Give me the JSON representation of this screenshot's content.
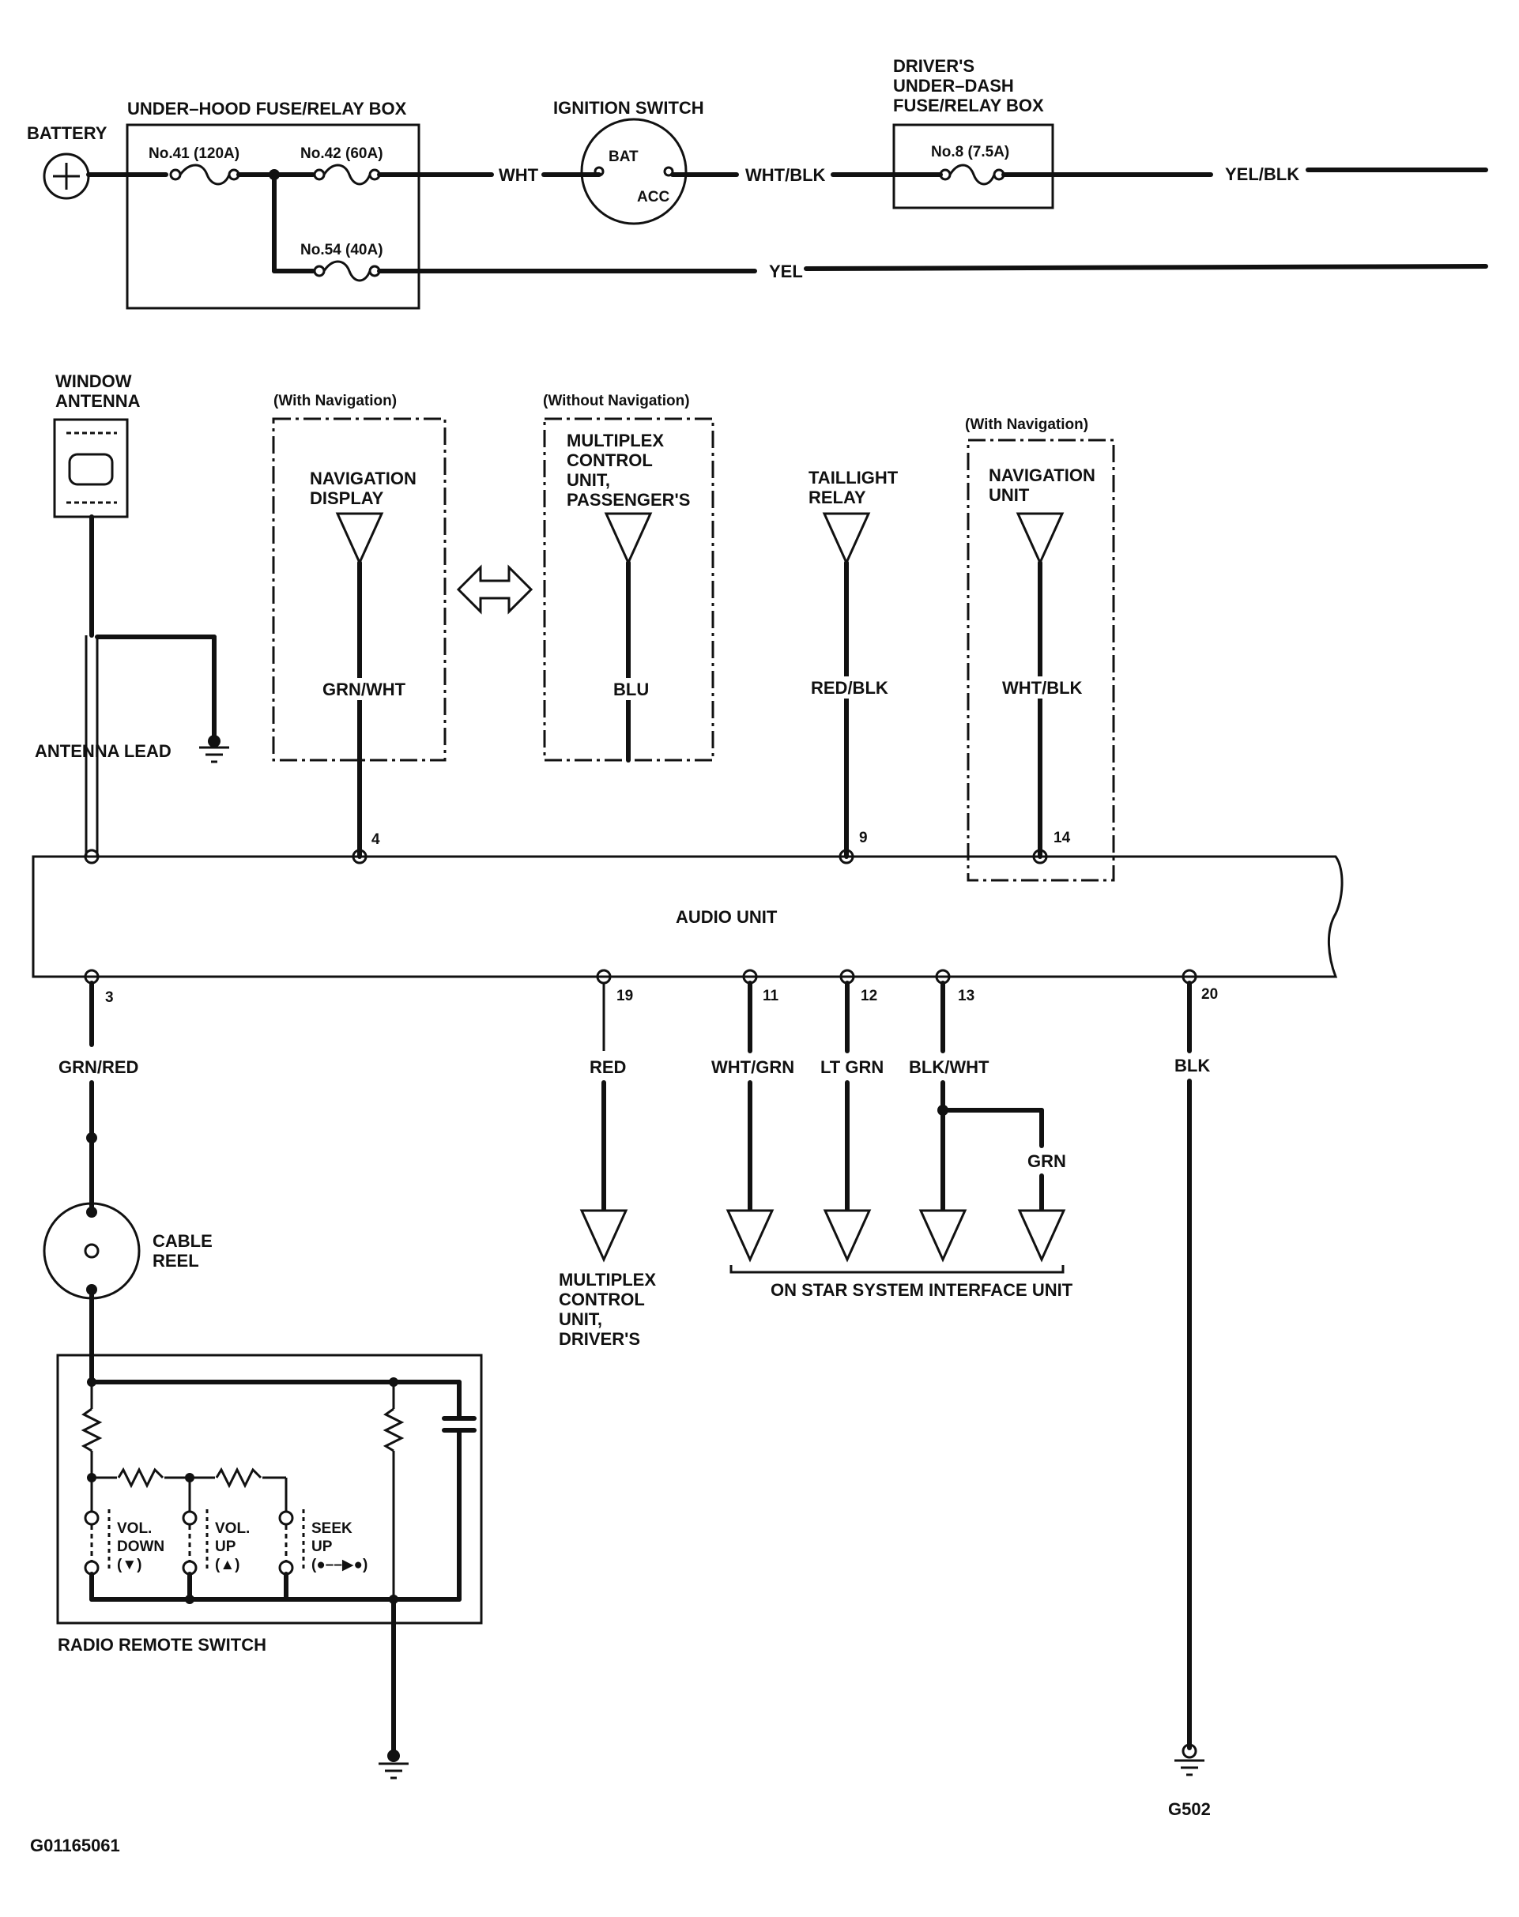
{
  "labels": {
    "battery": "BATTERY",
    "underhood_box": "UNDER–HOOD FUSE/RELAY BOX",
    "fuse41": "No.41 (120A)",
    "fuse42": "No.42 (60A)",
    "fuse54": "No.54 (40A)",
    "wire_wht": "WHT",
    "ignition_switch": "IGNITION SWITCH",
    "bat": "BAT",
    "acc": "ACC",
    "wire_wht_blk_1": "WHT/BLK",
    "underdash_line1": "DRIVER'S",
    "underdash_line2": "UNDER–DASH",
    "underdash_line3": "FUSE/RELAY BOX",
    "fuse8": "No.8 (7.5A)",
    "wire_yel_blk": "YEL/BLK",
    "wire_yel": "YEL",
    "window_antenna_1": "WINDOW",
    "window_antenna_2": "ANTENNA",
    "antenna_lead": "ANTENNA LEAD",
    "with_nav_1": "(With Navigation)",
    "nav_display_1": "NAVIGATION",
    "nav_display_2": "DISPLAY",
    "wire_grn_wht": "GRN/WHT",
    "without_nav": "(Without Navigation)",
    "mpx_pass_1": "MULTIPLEX",
    "mpx_pass_2": "CONTROL",
    "mpx_pass_3": "UNIT,",
    "mpx_pass_4": "PASSENGER'S",
    "wire_blu": "BLU",
    "taillight_1": "TAILLIGHT",
    "taillight_2": "RELAY",
    "wire_red_blk": "RED/BLK",
    "with_nav_2": "(With Navigation)",
    "nav_unit_1": "NAVIGATION",
    "nav_unit_2": "UNIT",
    "wire_wht_blk_2": "WHT/BLK",
    "pin4": "4",
    "pin9": "9",
    "pin14": "14",
    "audio_unit": "AUDIO UNIT",
    "pin3": "3",
    "pin19": "19",
    "pin11": "11",
    "pin12": "12",
    "pin13": "13",
    "pin20": "20",
    "wire_grn_red": "GRN/RED",
    "wire_red": "RED",
    "wire_wht_grn": "WHT/GRN",
    "wire_lt_grn": "LT GRN",
    "wire_blk_wht": "BLK/WHT",
    "wire_grn": "GRN",
    "wire_blk": "BLK",
    "cable_reel_1": "CABLE",
    "cable_reel_2": "REEL",
    "mpx_drv_1": "MULTIPLEX",
    "mpx_drv_2": "CONTROL",
    "mpx_drv_3": "UNIT,",
    "mpx_drv_4": "DRIVER'S",
    "onstar": "ON STAR SYSTEM INTERFACE UNIT",
    "vol_down_1": "VOL.",
    "vol_down_2": "DOWN",
    "vol_down_3": "(▼)",
    "vol_up_1": "VOL.",
    "vol_up_2": "UP",
    "vol_up_3": "(▲)",
    "seek_1": "SEEK",
    "seek_2": "UP",
    "seek_3": "(●––▶●)",
    "radio_remote": "RADIO REMOTE SWITCH",
    "ground_g502": "G502",
    "figure_id": "G01165061"
  }
}
